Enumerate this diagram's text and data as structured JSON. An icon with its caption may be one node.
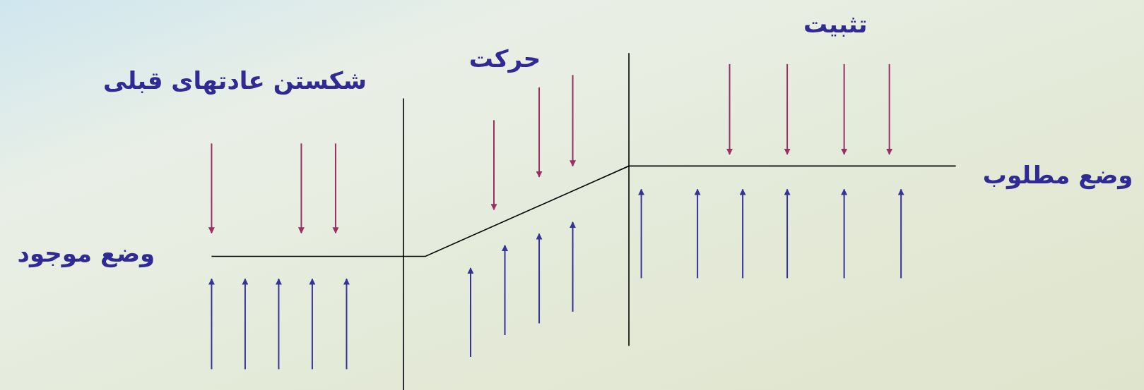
{
  "diagram": {
    "labels": [
      "تثبیت",
      "حرکت",
      "شکستن عادتهای قبلی",
      "وضع مطلوب",
      "وضع موجود"
    ]
  }
}
